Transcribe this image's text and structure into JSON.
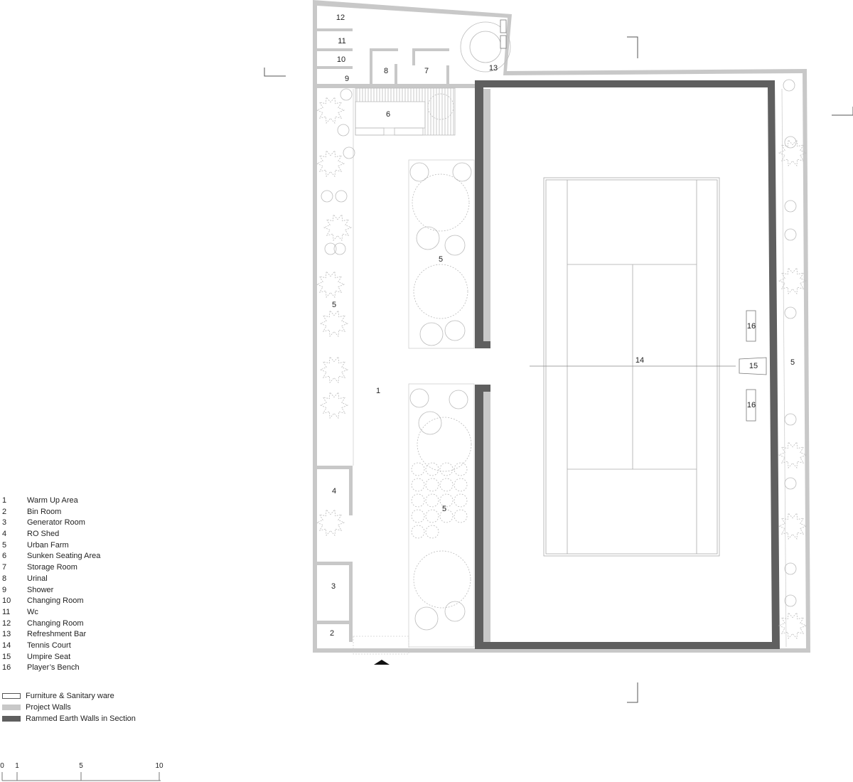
{
  "colors": {
    "project_walls": "#c8c8c8",
    "rammed_earth": "#5f5f5f",
    "lines": "#bdbdbd",
    "furniture_fill": "#ffffff"
  },
  "rooms": [
    {
      "number": "1",
      "name": "Warm Up Area"
    },
    {
      "number": "2",
      "name": "Bin Room"
    },
    {
      "number": "3",
      "name": "Generator Room"
    },
    {
      "number": "4",
      "name": "RO Shed"
    },
    {
      "number": "5",
      "name": "Urban Farm"
    },
    {
      "number": "6",
      "name": "Sunken Seating Area"
    },
    {
      "number": "7",
      "name": "Storage Room"
    },
    {
      "number": "8",
      "name": "Urinal"
    },
    {
      "number": "9",
      "name": "Shower"
    },
    {
      "number": "10",
      "name": "Changing Room"
    },
    {
      "number": "11",
      "name": "Wc"
    },
    {
      "number": "12",
      "name": "Changing Room"
    },
    {
      "number": "13",
      "name": "Refreshment Bar"
    },
    {
      "number": "14",
      "name": "Tennis Court"
    },
    {
      "number": "15",
      "name": "Umpire Seat"
    },
    {
      "number": "16",
      "name": "Player’s Bench"
    }
  ],
  "plan_labels": {
    "l1": "1",
    "l2": "2",
    "l3": "3",
    "l4": "4",
    "l5a": "5",
    "l5b": "5",
    "l5c": "5",
    "l5d": "5",
    "l6": "6",
    "l7": "7",
    "l8": "8",
    "l9": "9",
    "l10": "10",
    "l11": "11",
    "l12": "12",
    "l13": "13",
    "l14": "14",
    "l15": "15",
    "l16a": "16",
    "l16b": "16"
  },
  "materials_legend": [
    {
      "label": "Furniture & Sanitary ware",
      "swatch": "outline"
    },
    {
      "label": "Project Walls",
      "swatch": "#c8c8c8"
    },
    {
      "label": "Rammed Earth Walls in Section",
      "swatch": "#5f5f5f"
    }
  ],
  "scale_bar": {
    "ticks": [
      "0",
      "1",
      "5",
      "10"
    ]
  }
}
